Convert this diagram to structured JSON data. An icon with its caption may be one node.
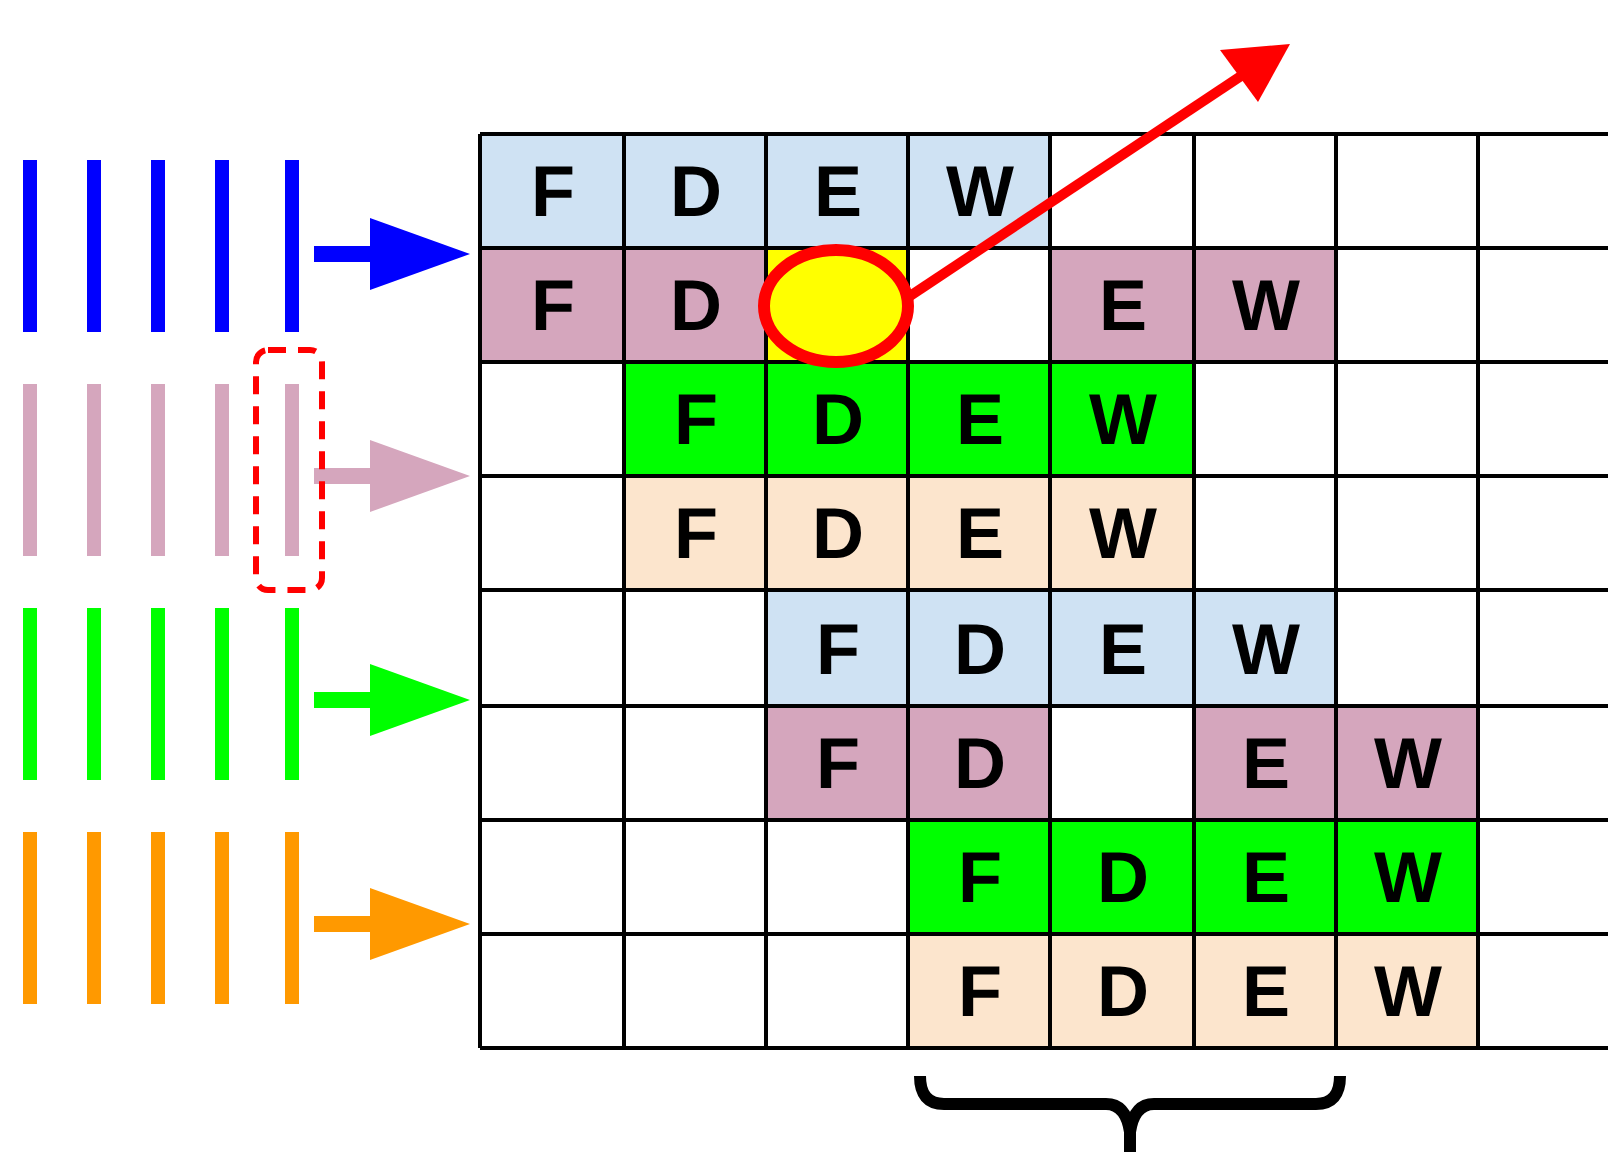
{
  "diagram": {
    "labels": [
      "F",
      "D",
      "E",
      "W",
      "F",
      "D",
      "E",
      "W",
      "F",
      "D",
      "E",
      "W",
      "F",
      "D",
      "E",
      "W",
      "F",
      "D",
      "E",
      "W",
      "F",
      "D",
      "E",
      "W",
      "F",
      "D",
      "E",
      "W",
      "F",
      "D",
      "E",
      "W"
    ]
  }
}
